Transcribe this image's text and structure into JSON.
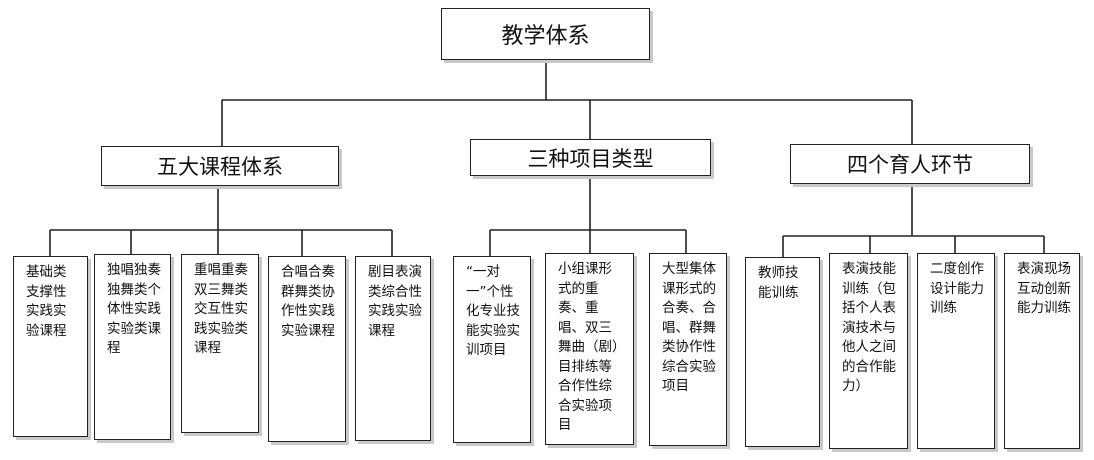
{
  "root": {
    "title": "教学体系"
  },
  "categories": [
    {
      "title": "五大课程体系",
      "items": [
        "基础类支撑性实践实验课程",
        "独唱独奏独舞类个体性实践实验类课程",
        "重唱重奏双三舞类交互性实践实验类课程",
        "合唱合奏群舞类协作性实践实验课程",
        "剧目表演类综合性实践实验课程"
      ]
    },
    {
      "title": "三种项目类型",
      "items": [
        "“一对一”个性化专业技能实验实训项目",
        "小组课形式的重奏、重唱、双三舞曲（剧）目排练等合作性综合实验项目",
        "大型集体课形式的合奏、合唱、群舞类协作性综合实验项目"
      ]
    },
    {
      "title": "四个育人环节",
      "items": [
        "教师技能训练",
        "表演技能训练（包括个人表演技术与他人之间的合作能力）",
        "二度创作设计能力训练",
        "表演现场互动创新能力训练"
      ]
    }
  ]
}
